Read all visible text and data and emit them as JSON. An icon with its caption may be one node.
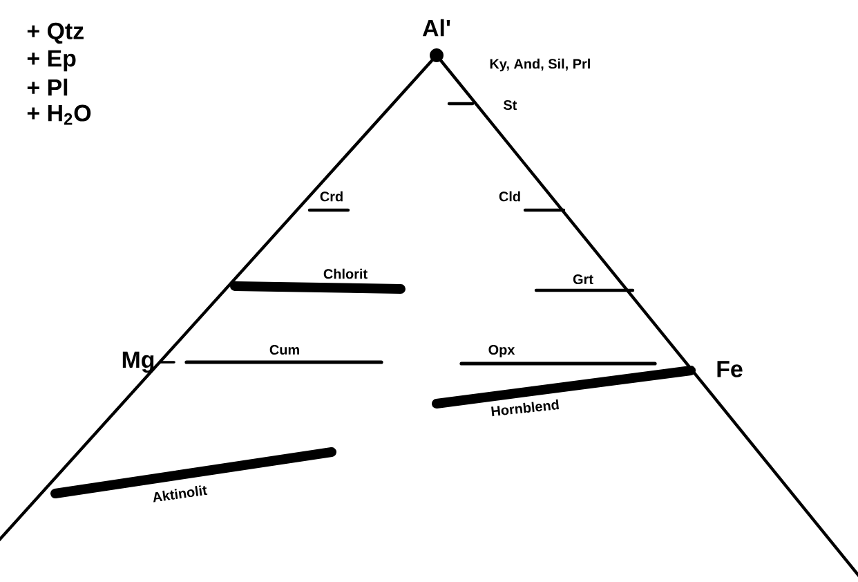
{
  "diagram": {
    "labels": [
      "+ Qtz",
      "+ Ep",
      "+ Pl",
      "+ H$_{2}$O",
      "Al'",
      "Ky, And, Sil, Prl",
      "St",
      "Crd",
      "Cld",
      "Chlorit",
      "Grt",
      "Mg",
      "Cum",
      "Opx",
      "Fe",
      "Hornblend",
      "Aktinolit"
    ]
  }
}
